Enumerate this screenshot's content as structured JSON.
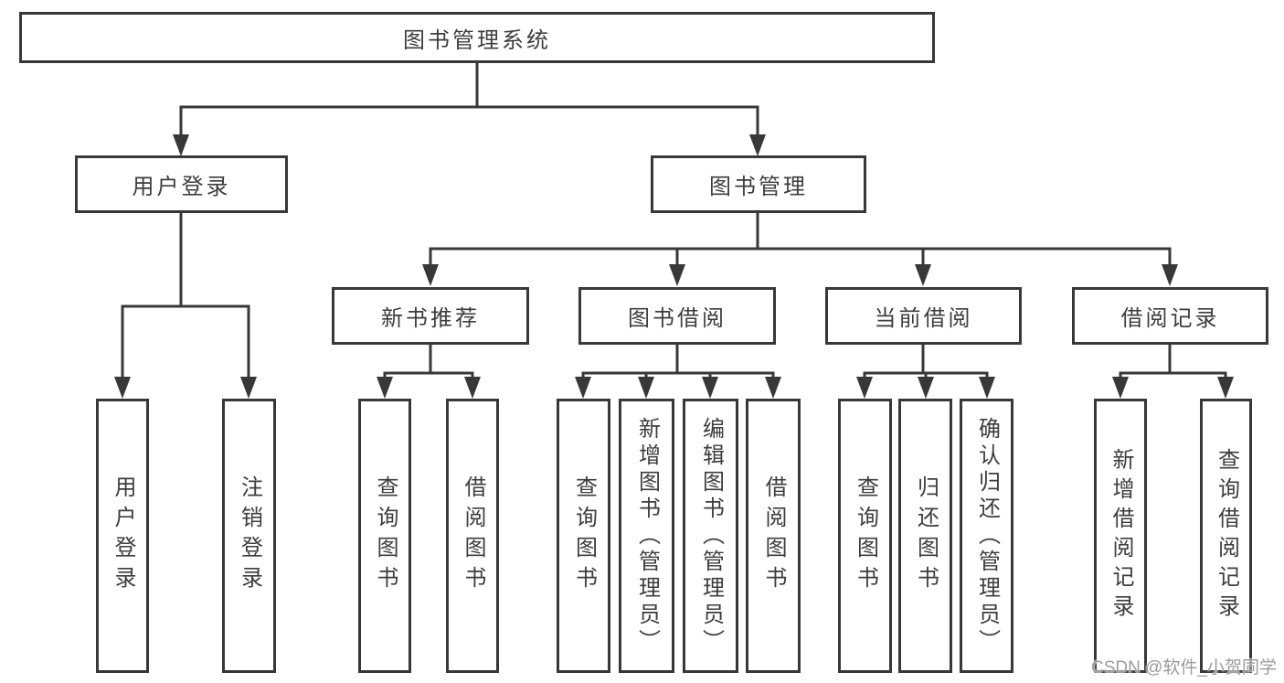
{
  "tree": {
    "label": "图书管理系统",
    "children": [
      {
        "label": "用户登录",
        "children": [
          {
            "label": "用户登录"
          },
          {
            "label": "注销登录"
          }
        ]
      },
      {
        "label": "图书管理",
        "children": [
          {
            "label": "新书推荐",
            "children": [
              {
                "label": "查询图书"
              },
              {
                "label": "借阅图书"
              }
            ]
          },
          {
            "label": "图书借阅",
            "children": [
              {
                "label": "查询图书"
              },
              {
                "label": "新增图书（管理员）"
              },
              {
                "label": "编辑图书（管理员）"
              },
              {
                "label": "借阅图书"
              }
            ]
          },
          {
            "label": "当前借阅",
            "children": [
              {
                "label": "查询图书"
              },
              {
                "label": "归还图书"
              },
              {
                "label": "确认归还（管理员）"
              }
            ]
          },
          {
            "label": "借阅记录",
            "children": [
              {
                "label": "新增借阅记录"
              },
              {
                "label": "查询借阅记录"
              }
            ]
          }
        ]
      }
    ]
  },
  "watermark": {
    "text": "CSDN @软件_小贺同学"
  },
  "colors": {
    "line": "#383838",
    "text": "#3d3d3d",
    "watermark_text": "#9b9b9b",
    "background": "#ffffff"
  }
}
